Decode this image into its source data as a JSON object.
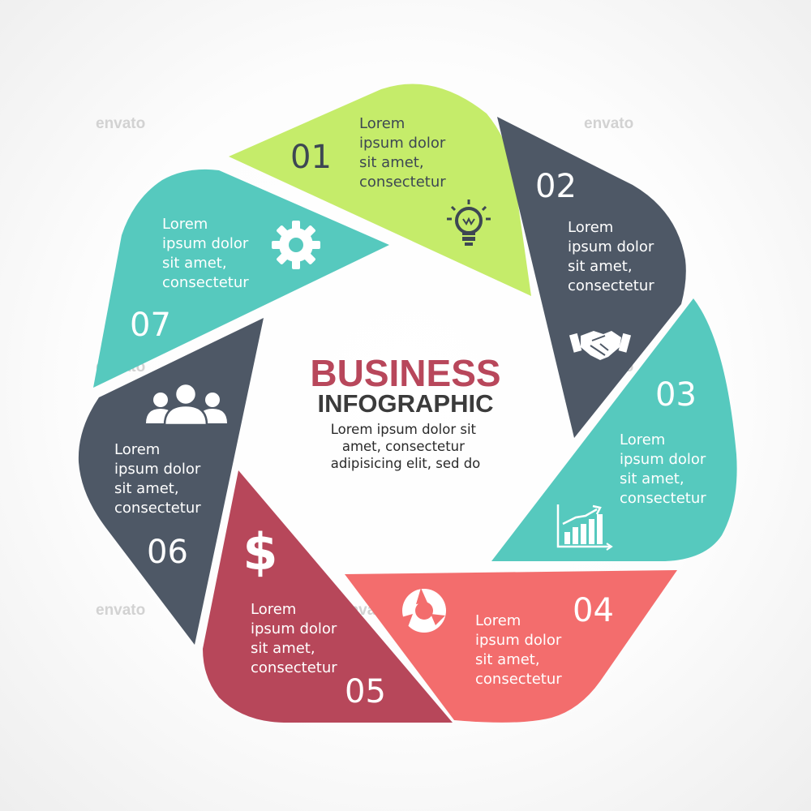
{
  "title": "BUSINESS",
  "subtitle": "INFOGRAPHIC",
  "description": [
    "Lorem ipsum dolor sit",
    "amet, consectetur",
    "adipisicing elit, sed do"
  ],
  "watermark": "envato",
  "colors": {
    "green": "#c5ec6a",
    "slate": "#4e5866",
    "teal": "#56c9be",
    "coral": "#f36d6d",
    "crimson": "#b7475a",
    "title_red": "#b8475b"
  },
  "steps": [
    {
      "number": "01",
      "lines": [
        "Lorem",
        "ipsum dolor",
        "sit amet,",
        "consectetur"
      ],
      "icon": "lightbulb-icon",
      "color": "#c5ec6a",
      "text_color": "#3d4753"
    },
    {
      "number": "02",
      "lines": [
        "Lorem",
        "ipsum dolor",
        "sit amet,",
        "consectetur"
      ],
      "icon": "handshake-icon",
      "color": "#4e5866",
      "text_color": "#ffffff"
    },
    {
      "number": "03",
      "lines": [
        "Lorem",
        "ipsum dolor",
        "sit amet,",
        "consectetur"
      ],
      "icon": "growth-chart-icon",
      "color": "#56c9be",
      "text_color": "#ffffff"
    },
    {
      "number": "04",
      "lines": [
        "Lorem",
        "ipsum dolor",
        "sit amet,",
        "consectetur"
      ],
      "icon": "cycle-arrows-icon",
      "color": "#f36d6d",
      "text_color": "#ffffff"
    },
    {
      "number": "05",
      "lines": [
        "Lorem",
        "ipsum dolor",
        "sit amet,",
        "consectetur"
      ],
      "icon": "dollar-icon",
      "color": "#b7475a",
      "text_color": "#ffffff"
    },
    {
      "number": "06",
      "lines": [
        "Lorem",
        "ipsum dolor",
        "sit amet,",
        "consectetur"
      ],
      "icon": "people-icon",
      "color": "#4e5866",
      "text_color": "#ffffff"
    },
    {
      "number": "07",
      "lines": [
        "Lorem",
        "ipsum dolor",
        "sit amet,",
        "consectetur"
      ],
      "icon": "gear-icon",
      "color": "#56c9be",
      "text_color": "#ffffff"
    }
  ]
}
